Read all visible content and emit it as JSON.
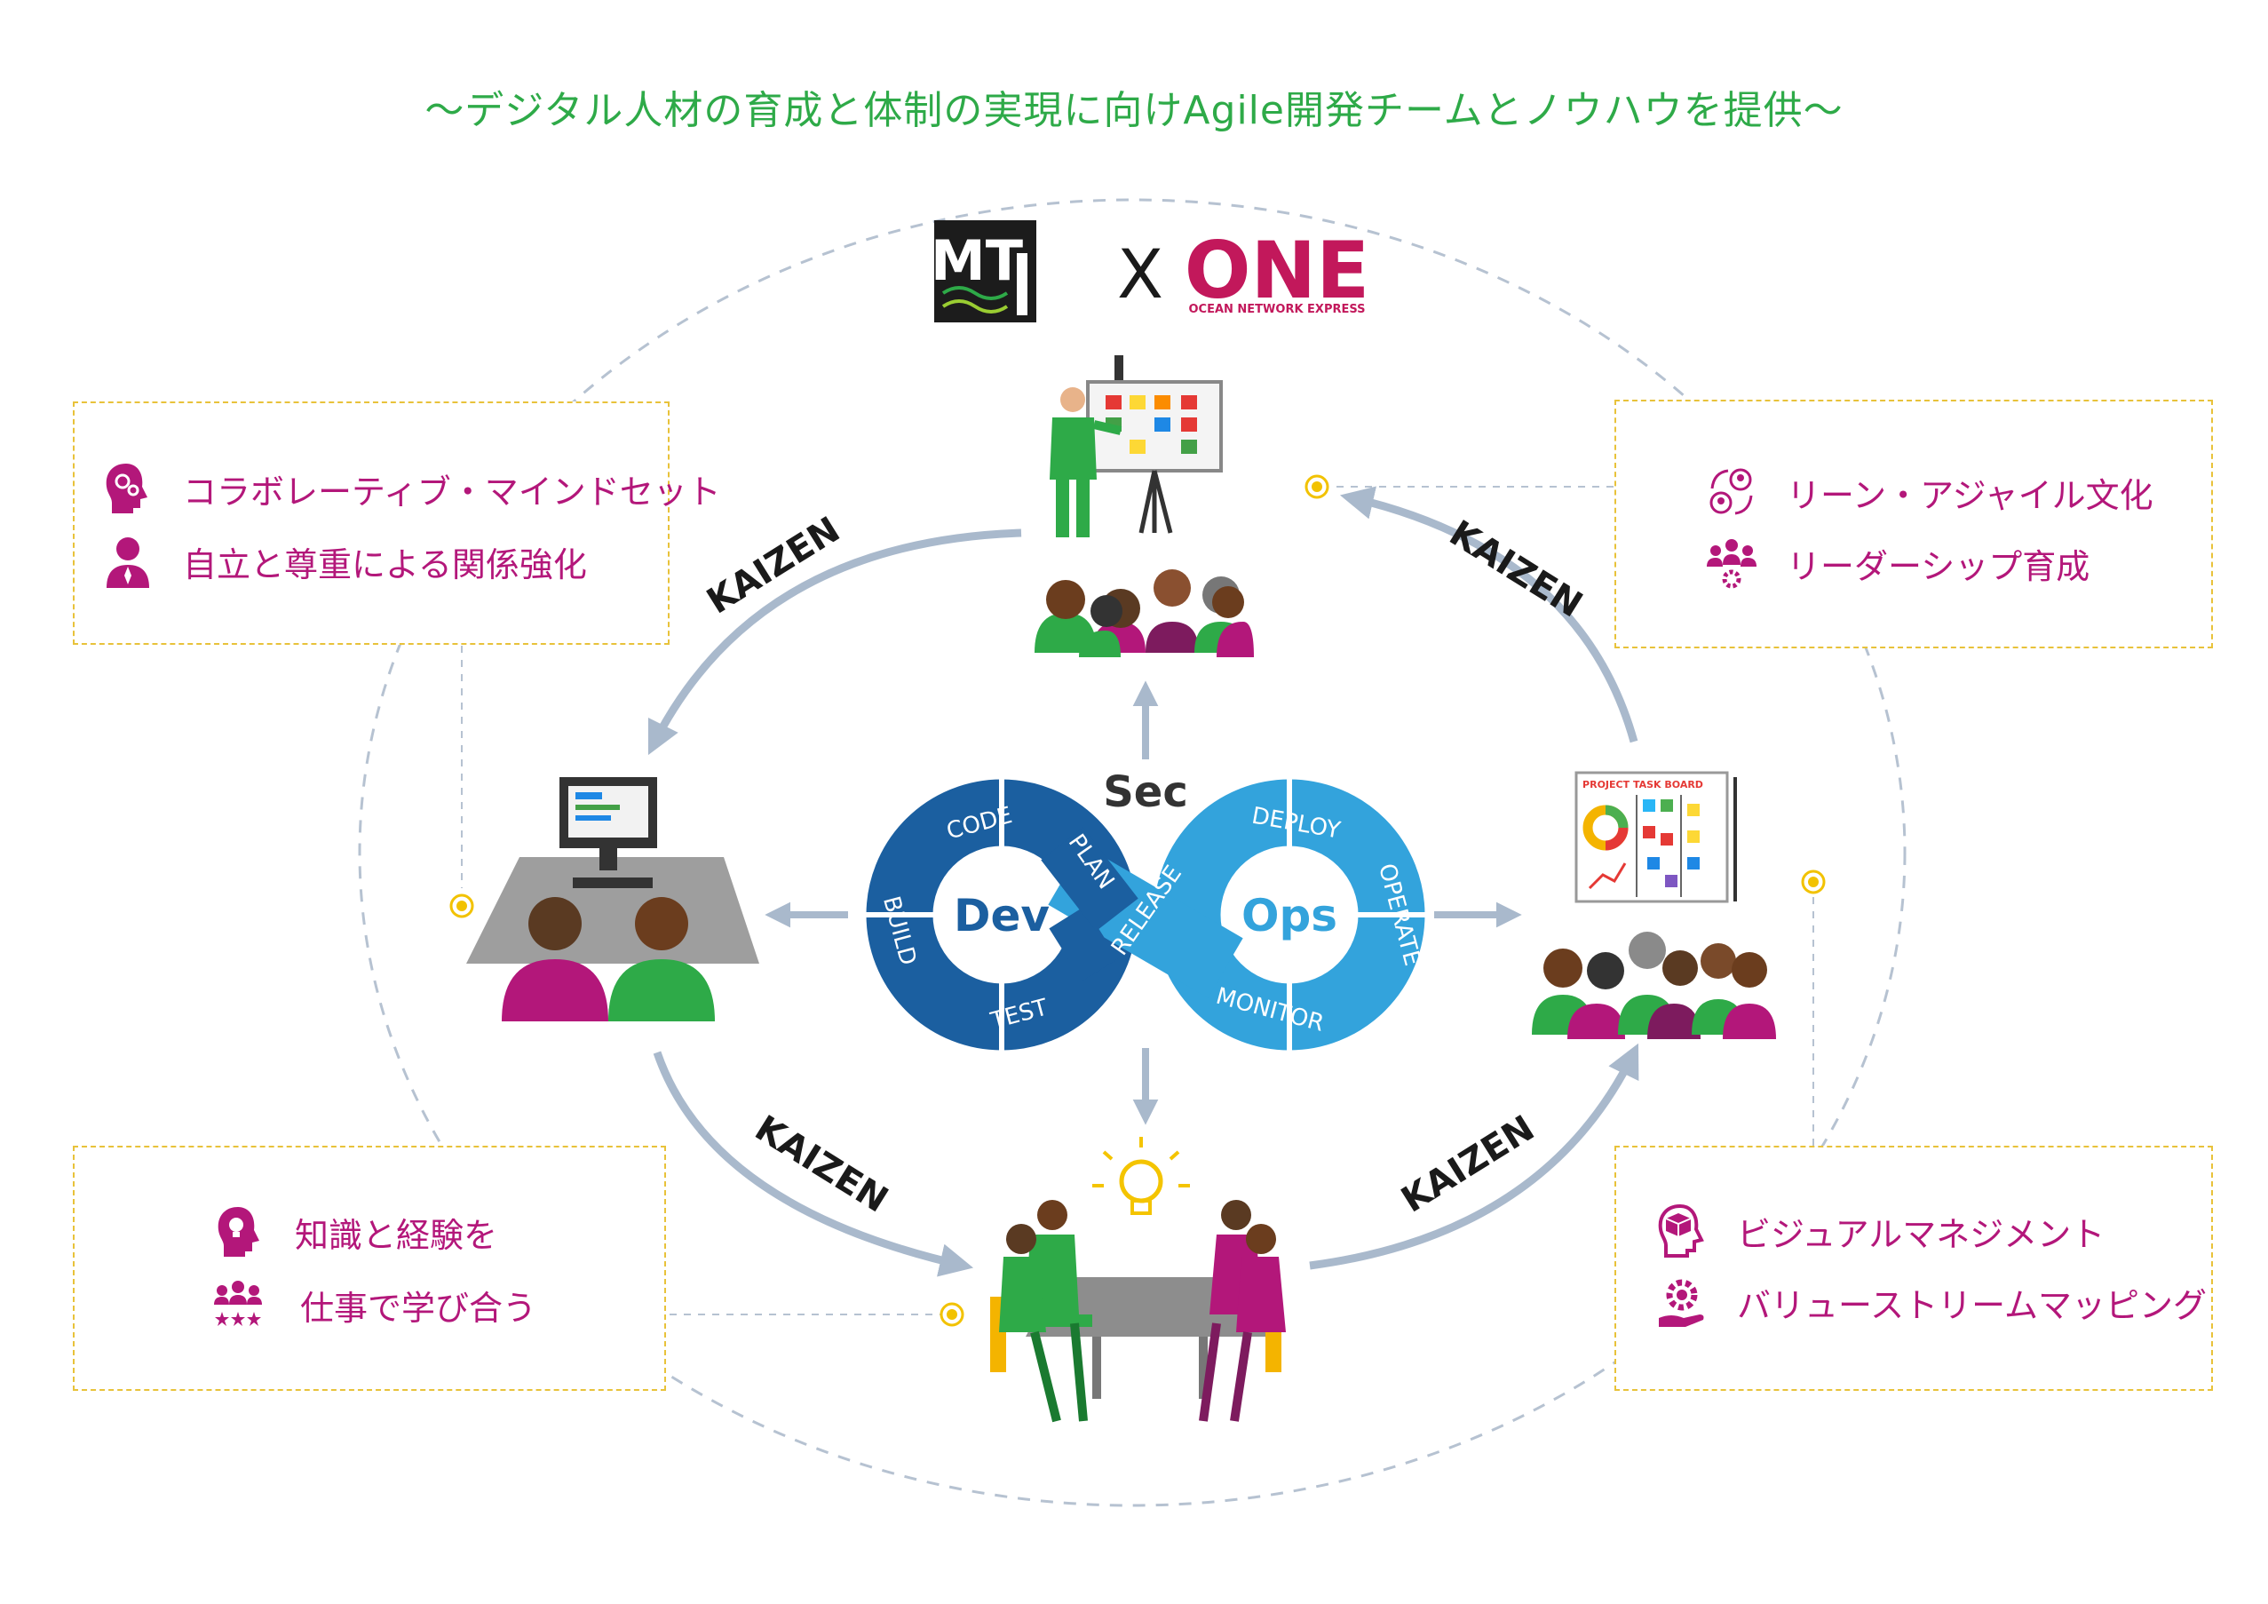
{
  "headline": "〜デジタル人材の育成と体制の実現に向けAgile開発チームとノウハウを提供〜",
  "logos": {
    "mt": "MT",
    "x": "X",
    "one": "ONE",
    "one_sub": "OCEAN NETWORK EXPRESS"
  },
  "kaizen": [
    "KAIZEN",
    "KAIZEN",
    "KAIZEN",
    "KAIZEN"
  ],
  "devops": {
    "sec": "Sec",
    "dev": "Dev",
    "ops": "Ops",
    "segments": [
      "CODE",
      "PLAN",
      "BUILD",
      "TEST",
      "RELEASE",
      "DEPLOY",
      "OPERATE",
      "MONITOR"
    ]
  },
  "task_board_title": "PROJECT TASK BOARD",
  "boxes": {
    "top_left": [
      {
        "icon": "head-gears-icon",
        "label": "コラボレーティブ・マインドセット"
      },
      {
        "icon": "person-icon",
        "label": "自立と尊重による関係強化"
      }
    ],
    "top_right": [
      {
        "icon": "cycle-people-icon",
        "label": "リーン・アジャイル文化"
      },
      {
        "icon": "team-gear-icon",
        "label": "リーダーシップ育成"
      }
    ],
    "bottom_left": [
      {
        "icon": "head-bulb-icon",
        "label": "知識と経験を"
      },
      {
        "icon": "team-stars-icon",
        "label": "仕事で学び合う"
      }
    ],
    "bottom_right": [
      {
        "icon": "head-cube-icon",
        "label": "ビジュアルマネジメント"
      },
      {
        "icon": "hand-gear-icon",
        "label": "バリューストリームマッピング"
      }
    ]
  },
  "colors": {
    "green": "#2eaa48",
    "magenta": "#b3177a",
    "dev_blue": "#1b5fa0",
    "ops_blue": "#33a3dc",
    "arrow": "#a9b9cc",
    "dash": "#b6c2d1",
    "box_border": "#e8c23a",
    "dot": "#f2c200"
  }
}
